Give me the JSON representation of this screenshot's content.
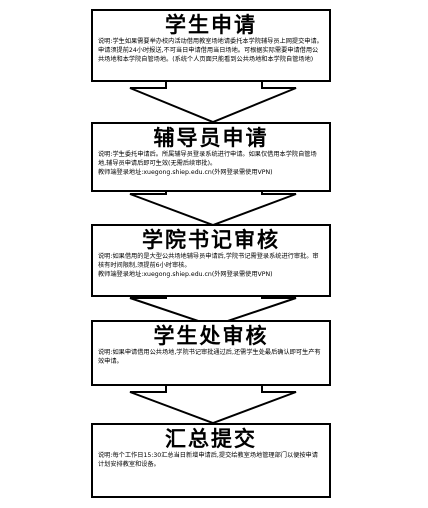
{
  "steps": [
    {
      "title": "学生申请",
      "description": "说明:学生如果需要举办校内活动借用教室场地请委托本学院辅导员上网提交申请。申请须提前24小时报送,不可当日申请借用当日场地。可根据实际需要申请借用公共场地和本学院自管场地。(系统个人页面只能看到公共场地和本学院自管场地)"
    },
    {
      "title": "辅导员申请",
      "description": "说明:学生委托申请后。所属辅导员登录系统进行申请。如果仅借用本学院自管场地,辅导员申请后即可生效(无需后续审批)。\n教师端登录地址:xuegong.shiep.edu.cn(外网登录需使用VPN)"
    },
    {
      "title": "学院书记审核",
      "description": "说明:如果借用的是大型公共场地辅导员申请后,学院书记需登录系统进行审批。审核有时间限制,须提前6小时审核。\n教师端登录地址:xuegong.shiep.edu.cn(外网登录需使用VPN)"
    },
    {
      "title": "学生处审核",
      "description": "说明:如果申请借用公共场地,学院书记审批通过后,还需学生处最后确认即可生产有效申请。"
    },
    {
      "title": "汇总提交",
      "description": "说明:每个工作日15:30汇总当日新增申请后,提交给教室场地管理部门以便按申请计划安排教室和设备。"
    }
  ]
}
